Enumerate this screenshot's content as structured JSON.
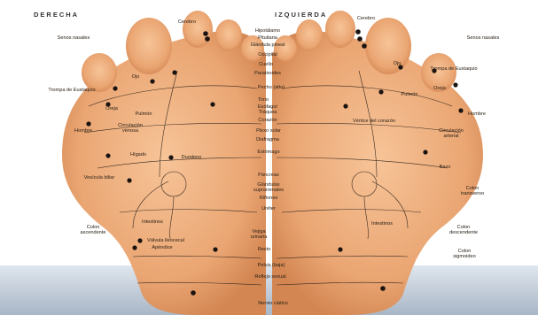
{
  "headings": {
    "right_foot": "DERECHA",
    "left_foot": "IZQUIERDA"
  },
  "labels": {
    "cerebro_r": "Cerebro",
    "cerebro_l": "Cerebro",
    "senos_nasales_r": "Senos nasales",
    "senos_nasales_l": "Senos nasales",
    "hipotalamo": "Hipotálamo",
    "pituitaria": "Pituitaria",
    "glandula_pineal": "Glándula pineal",
    "occipital": "Occipital",
    "cuello": "Cuello",
    "paratiroides": "Paratiroides",
    "ojo_r": "Ojo",
    "ojo_l": "Ojo",
    "trompa_r": "Trompa de Eustaquio",
    "trompa_l": "Trompa de Eustaquio",
    "oreja_r": "Oreja",
    "oreja_l": "Oreja",
    "pecho": "Pecho (alto)",
    "pulmon_r": "Pulmón",
    "pulmon_l": "Pulmón",
    "timo": "Timo",
    "esofago": "Esófago/\nTráquea",
    "hombre_r": "Hombre",
    "hombre_l": "Hombre",
    "circulacion_venosa": "Circulación\nvenosa",
    "corazon": "Corazón",
    "vertice_corazon": "Vértice del corazón",
    "circulacion_arterial": "Circulación\narterial",
    "plexo_solar": "Plexo solar",
    "diafragma": "Diafragma",
    "higado": "Hígado",
    "duodeno": "Duodeno",
    "estomago": "Estómago",
    "bazo": "Bazo",
    "vesicula": "Vesícula biliar",
    "pancreas": "Páncreas",
    "glandulas": "Glándulas\nsuprarrenales",
    "rinones": "Riñones",
    "colon_transverso": "Colon\ntransverso",
    "ureter": "Uréter",
    "intestinos_r": "Intestinos",
    "intestinos_l": "Intestinos",
    "colon_ascendente": "Colon\nascendente",
    "colon_descendente": "Colon\ndescendente",
    "vejiga": "Vejiga\nurinaria",
    "valvula": "Válvula ileocecal",
    "apendice": "Apéndice",
    "recto": "Recto",
    "colon_sigmoideo": "Colon\nsigmoideo",
    "pelvis": "Pelvis (baja)",
    "reflejo_sexual": "Reflejo sexual",
    "nervio_ciatico": "Nervio ciático"
  },
  "colors": {
    "skin": "#f0b483",
    "skin_shadow": "#d98d58",
    "background_floor": "#b9c6d3",
    "marker": "#1a1310"
  }
}
